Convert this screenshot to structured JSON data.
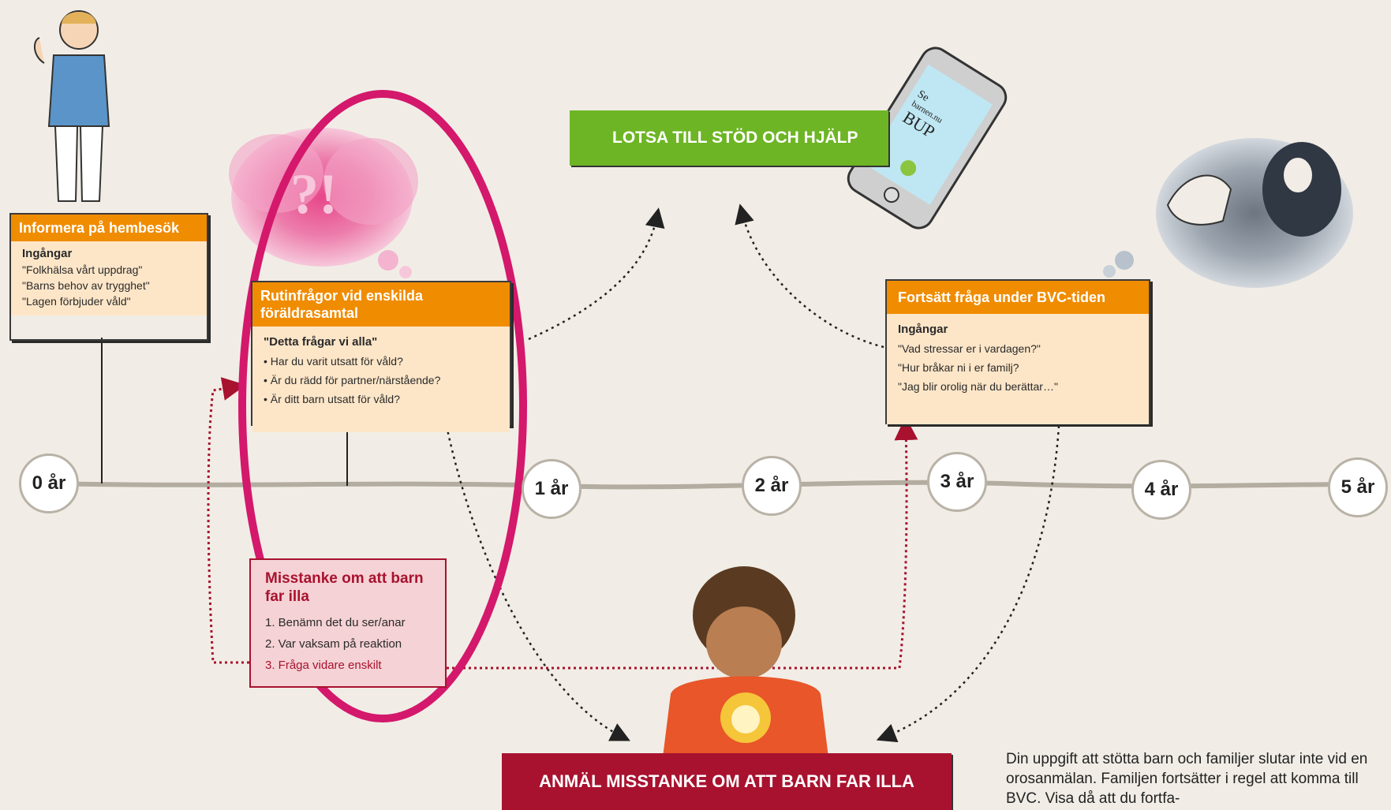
{
  "boxes": {
    "informera": {
      "title": "Informera på hembesök",
      "subtitle": "Ingångar",
      "items": [
        "\"Folkhälsa vårt uppdrag\"",
        "\"Barns behov av trygghet\"",
        "\"Lagen förbjuder våld\""
      ]
    },
    "rutinfragor": {
      "title": "Rutinfrågor vid enskilda föräldrasamtal",
      "subtitle": "\"Detta frågar vi alla\"",
      "items": [
        "• Har du varit utsatt för våld?",
        "• Är du rädd för partner/närstående?",
        "• Är ditt barn utsatt för våld?"
      ]
    },
    "fortsatt": {
      "title": "Fortsätt fråga under BVC-tiden",
      "subtitle": "Ingångar",
      "items": [
        "\"Vad stressar er i vardagen?\"",
        "\"Hur bråkar ni i er familj?",
        "\"Jag blir orolig när du berättar…\""
      ]
    },
    "misstanke": {
      "title": "Misstanke om att barn far illa",
      "items": [
        "1. Benämn det du ser/anar",
        "2. Var vaksam på reaktion",
        "3. Fråga vidare enskilt"
      ]
    }
  },
  "banners": {
    "lotsa": "LOTSA TILL   STÖD OCH HJÄLP",
    "anmal": "ANMÄL MISSTANKE   OM ATT BARN FAR ILLA"
  },
  "phone": {
    "line1": "Se",
    "line2": "barnen.nu",
    "line3": "BUP"
  },
  "timeline": {
    "years": [
      "0 år",
      "1 år",
      "2 år",
      "3 år",
      "4 år",
      "5 år"
    ]
  },
  "footer_text": "Din uppgift att stötta barn och familjer slutar inte vid en orosanmälan. Familjen fortsätter i regel att komma till BVC. Visa då att du fortfa-",
  "colors": {
    "orange": "#f08c00",
    "green": "#6db524",
    "crimson": "#a8122f",
    "highlight_ellipse": "#d4186c",
    "background": "#f1ede6"
  }
}
